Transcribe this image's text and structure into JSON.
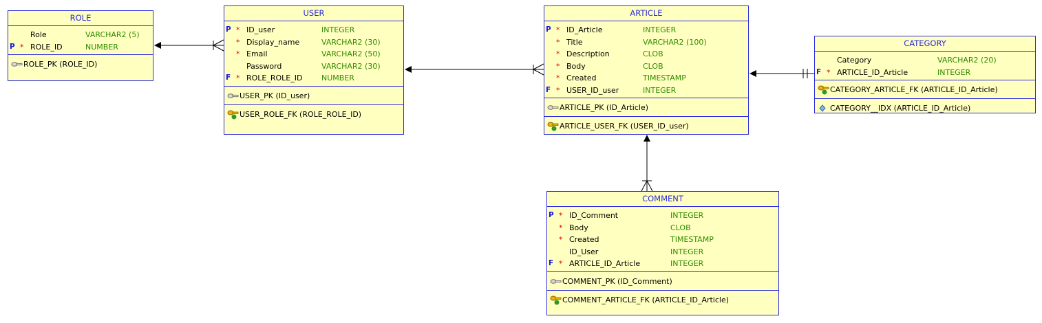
{
  "colors": {
    "border": "#2a2ae0",
    "fill": "#ffffc0",
    "type": "#2e8b00",
    "required": "#e00000",
    "title": "#2a2ae0"
  },
  "entities": {
    "role": {
      "title": "ROLE",
      "columns": [
        {
          "flag": "",
          "req": "",
          "name": "Role",
          "type": "VARCHAR2 (5)"
        },
        {
          "flag": "P",
          "req": "*",
          "name": "ROLE_ID",
          "type": "NUMBER"
        }
      ],
      "keys": [
        {
          "icon": "pk-key-icon",
          "label": "ROLE_PK (ROLE_ID)"
        }
      ],
      "fks": []
    },
    "user": {
      "title": "USER",
      "columns": [
        {
          "flag": "P",
          "req": "*",
          "name": "ID_user",
          "type": "INTEGER"
        },
        {
          "flag": "",
          "req": "*",
          "name": "Display_name",
          "type": "VARCHAR2 (30)"
        },
        {
          "flag": "",
          "req": "*",
          "name": "Email",
          "type": "VARCHAR2 (50)"
        },
        {
          "flag": "",
          "req": "",
          "name": "Password",
          "type": "VARCHAR2 (30)"
        },
        {
          "flag": "F",
          "req": "*",
          "name": "ROLE_ROLE_ID",
          "type": "NUMBER"
        }
      ],
      "keys": [
        {
          "icon": "pk-key-icon",
          "label": "USER_PK (ID_user)"
        }
      ],
      "fks": [
        {
          "icon": "fk-key-icon",
          "label": "USER_ROLE_FK (ROLE_ROLE_ID)"
        }
      ]
    },
    "article": {
      "title": "ARTICLE",
      "columns": [
        {
          "flag": "P",
          "req": "*",
          "name": "ID_Article",
          "type": "INTEGER"
        },
        {
          "flag": "",
          "req": "*",
          "name": "Title",
          "type": "VARCHAR2 (100)"
        },
        {
          "flag": "",
          "req": "*",
          "name": "Description",
          "type": "CLOB"
        },
        {
          "flag": "",
          "req": "*",
          "name": "Body",
          "type": "CLOB"
        },
        {
          "flag": "",
          "req": "*",
          "name": "Created",
          "type": "TIMESTAMP"
        },
        {
          "flag": "F",
          "req": "*",
          "name": "USER_ID_user",
          "type": "INTEGER"
        }
      ],
      "keys": [
        {
          "icon": "pk-key-icon",
          "label": "ARTICLE_PK (ID_Article)"
        }
      ],
      "fks": [
        {
          "icon": "fk-key-icon",
          "label": "ARTICLE_USER_FK (USER_ID_user)"
        }
      ]
    },
    "category": {
      "title": "CATEGORY",
      "columns": [
        {
          "flag": "",
          "req": "",
          "name": "Category",
          "type": "VARCHAR2 (20)"
        },
        {
          "flag": "F",
          "req": "*",
          "name": "ARTICLE_ID_Article",
          "type": "INTEGER"
        }
      ],
      "keys": [],
      "fks": [
        {
          "icon": "fk-key-icon",
          "label": "CATEGORY_ARTICLE_FK (ARTICLE_ID_Article)"
        }
      ],
      "indexes": [
        {
          "icon": "index-diamond-icon",
          "label": "CATEGORY__IDX (ARTICLE_ID_Article)"
        }
      ]
    },
    "comment": {
      "title": "COMMENT",
      "columns": [
        {
          "flag": "P",
          "req": "*",
          "name": "ID_Comment",
          "type": "INTEGER"
        },
        {
          "flag": "",
          "req": "*",
          "name": "Body",
          "type": "CLOB"
        },
        {
          "flag": "",
          "req": "*",
          "name": "Created",
          "type": "TIMESTAMP"
        },
        {
          "flag": "",
          "req": "",
          "name": "ID_User",
          "type": "INTEGER"
        },
        {
          "flag": "F",
          "req": "*",
          "name": "ARTICLE_ID_Article",
          "type": "INTEGER"
        }
      ],
      "keys": [
        {
          "icon": "pk-key-icon",
          "label": "COMMENT_PK (ID_Comment)"
        }
      ],
      "fks": [
        {
          "icon": "fk-key-icon",
          "label": "COMMENT_ARTICLE_FK (ARTICLE_ID_Article)"
        }
      ]
    }
  }
}
